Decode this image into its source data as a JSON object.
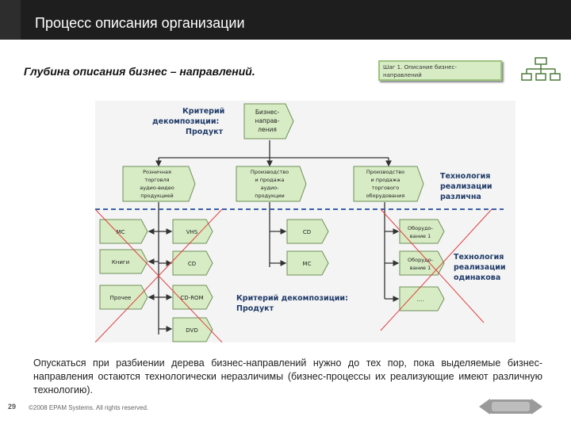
{
  "header": {
    "title": "Процесс описания организации"
  },
  "subtitle": "Глубина описания бизнес – направлений.",
  "step_box": {
    "lines": [
      "Шаг 1. Описание бизнес-",
      "направлений"
    ]
  },
  "diagram": {
    "criterion_top": [
      "Критерий",
      "декомпозиции:",
      "Продукт"
    ],
    "root": [
      "Бизнес-",
      "направ-",
      "ления"
    ],
    "level1": [
      [
        "Розничная",
        "торговля",
        "аудио-видео",
        "продукцией"
      ],
      [
        "Производство",
        "и продажа",
        "аудио-",
        "продукции"
      ],
      [
        "Производство",
        "и продажа",
        "торгового",
        "оборудования"
      ]
    ],
    "tech_diff": [
      "Технология",
      "реализации",
      "различна"
    ],
    "tech_same": [
      "Технология",
      "реализации",
      "одинакова"
    ],
    "criterion_bottom": [
      "Критерий декомпозиции:",
      "Продукт"
    ],
    "group1_left": [
      "MC",
      "Книги",
      "Прочее"
    ],
    "group1_right": [
      "VHS",
      "CD",
      "CD-ROM",
      "DVD"
    ],
    "group2": [
      "CD",
      "MC"
    ],
    "group3": [
      [
        "Оборудо-",
        "вание 1"
      ],
      [
        "Оборудо-",
        "вание 1"
      ],
      [
        "...."
      ]
    ]
  },
  "caption": "Опускаться при разбиении дерева бизнес-направлений нужно до тех пор, пока выделяемые бизнес-направления остаются технологически неразличимы (бизнес-процессы их реализующие имеют различную технологию).",
  "footer": {
    "page_number": "29",
    "copyright": "©2008 EPAM Systems. All rights reserved."
  },
  "colors": {
    "header_bg": "#1e1e1e",
    "box_fill": "#d7ecc4",
    "box_border": "#6f8f5a",
    "heading_blue": "#1f3a68",
    "dash_blue": "#3b5fa8",
    "cross_red": "#e04040"
  }
}
